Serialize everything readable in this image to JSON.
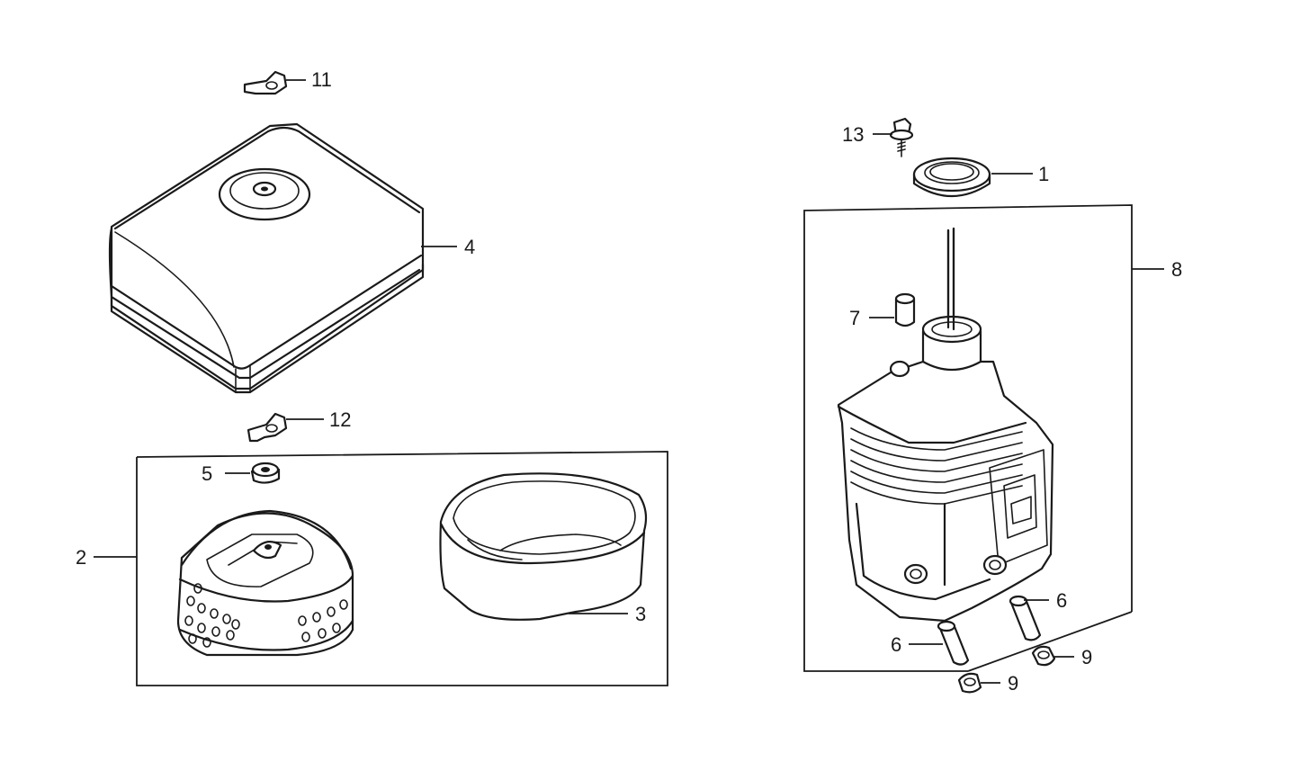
{
  "diagram": {
    "callouts": {
      "c1": "1",
      "c2": "2",
      "c3": "3",
      "c4": "4",
      "c5": "5",
      "c6a": "6",
      "c6b": "6",
      "c7": "7",
      "c8": "8",
      "c9a": "9",
      "c9b": "9",
      "c11": "11",
      "c12": "12",
      "c13": "13"
    }
  }
}
